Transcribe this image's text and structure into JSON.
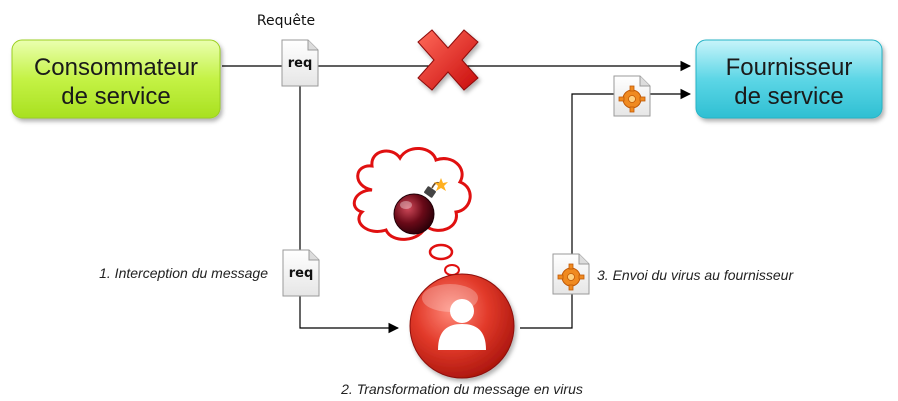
{
  "request_title": "Requête",
  "consumer": {
    "line1": "Consommateur",
    "line2": "de service",
    "color": "#b7ee3a"
  },
  "provider": {
    "line1": "Fournisseur",
    "line2": "de service",
    "color": "#3cc8d8"
  },
  "documents": {
    "request_top": "req",
    "request_intercepted": "req"
  },
  "steps": {
    "step1": "1. Interception du message",
    "step2": "2. Transformation du message en virus",
    "step3": "3. Envoi du virus au fournisseur"
  },
  "icons": {
    "blocked": "red-x-icon",
    "attacker": "attacker-user-icon",
    "thought": "thought-bubble-icon",
    "bomb": "bomb-icon",
    "virus": "virus-gear-icon"
  },
  "colors": {
    "blocked": "#d01818",
    "attacker": "#d42a20",
    "thought_outline": "#e01010"
  }
}
